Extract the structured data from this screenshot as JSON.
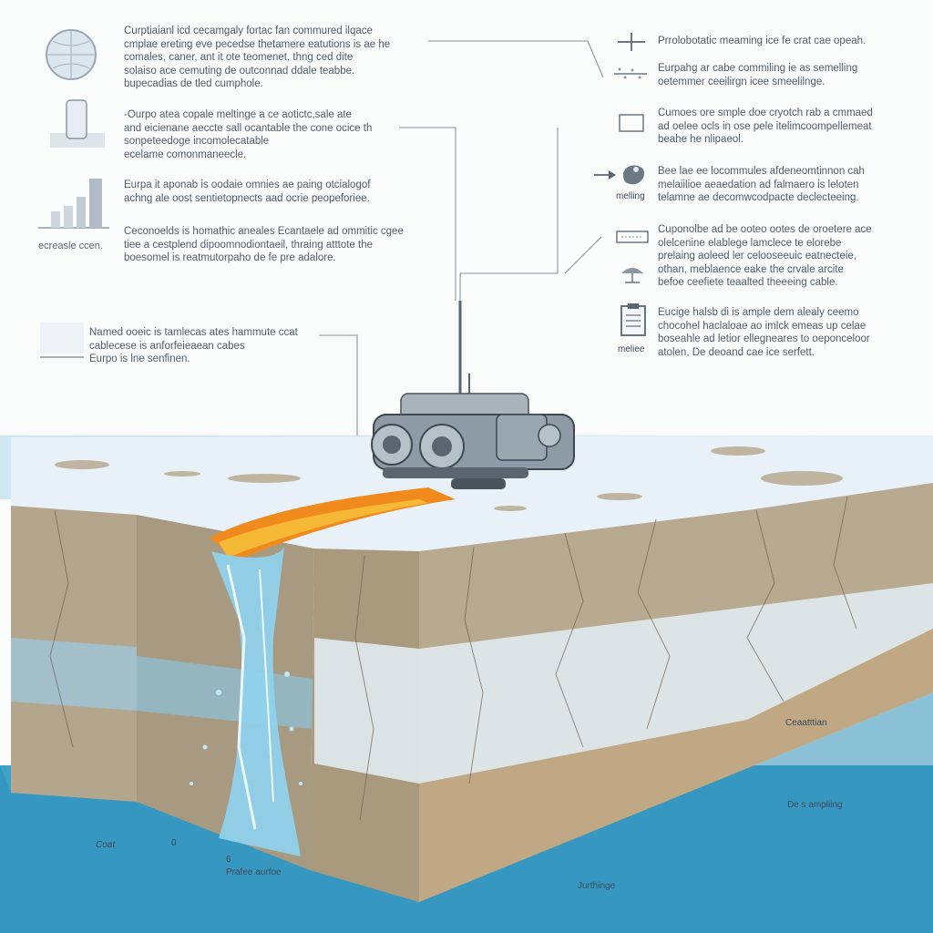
{
  "left_notes": [
    {
      "text": "Curpt⁠iaianl icd cecamgaly fortac fan commured ilqace\ncmplae ereting eve pecedse thetamere eatutions is ae he\ncomales, caner, ant it ote teomenet, thng ced dite\nsolaiso ace cemuting de outconnad ddale teabbe.\nbupecadias de tled cumphole."
    },
    {
      "text": "-Ourpo atea copale meltinge a ce aotictc,sale ate\nand eicienane aeccte sall ocantable the cone ocice th\nsonpeteedoge incomolecatable\necelame comonmaneecle."
    },
    {
      "text": "Eurpa it aponab is oodaie omnies ae paing otcialogof\nachng ale oost sentietopnects aad ocrie peopeforiee."
    },
    {
      "text": "Ceconoelds is homathic aneales Ecantaele ad ommitic cgee\ntiee a cestplend dipoomnodiontaeil, thraing atttote the\nboesomel is reatmutorpaho de fe pre adalore."
    },
    {
      "text": "Named ooeic is tamlecas ates hammute ccat\ncablecese is anforfeieaean cabes\nEurpo is lne senfinen."
    }
  ],
  "left_labels": {
    "ecreasle": "ecreasle ccen."
  },
  "right_notes": [
    {
      "text": "Prrolobotatic meaming ice fe crat cae opeah."
    },
    {
      "text": "Eurpahg ar cabe commiling ie as semelling\noetemmer ceeilirgn icee smeelilnge."
    },
    {
      "text": "Cumoes ore smple doe cryotch rab a cmmaed\nad oelee ocls in ose pele itelimcoompellemeat\nbeahe he nlipaeol."
    },
    {
      "text": "Bee lae ee locommules afdeneomtinnon cah\nmelaiilioe aeaedation ad falmaero is leloten\ntelamne ae decomwcodpacte declecteeing."
    },
    {
      "text": "Cuponolbe ad be ooteo ootes de oroetere ace\nolelcenine elablege lamclece te elorebe\nprelaing aoleed ler celooseeuic eatnecteie,\nothan, meblaence eake the crvale arcite\nbefoe ceefiete teaalted theeeing cable."
    },
    {
      "text": "Eucige halsb di is ample dem alealy ceemo\nchocohel haclaloae ao imlck emeas up celae\nboseahle ad letior ellegneares to oeponceloor\natolen, De deoand cae ice serfett."
    }
  ],
  "right_labels": {
    "melting": "melling",
    "melice": "meliee"
  },
  "diagram_labels": {
    "caution": "Ceaatttian",
    "des_sampling": "De s ampliing",
    "jurthings": "Jurthinge",
    "coat": "Coat",
    "zero": "0",
    "six": "6",
    "probe_surface": "Prafee aurfoe"
  },
  "colors": {
    "ice_top": "#e8f1f7",
    "rock": "#b4a68c",
    "ice_band": "#dfe9ee",
    "water": "#3ea3c9",
    "meltwater": "#8fd3ef",
    "hot_trail": "#f08a1c",
    "probe": "#8e9aa5",
    "leader_line": "#8a949c"
  },
  "icons": [
    "globe-icon",
    "cylinder-icon",
    "bar-graph-icon",
    "plus-icon",
    "radar-icon",
    "box-icon",
    "arrow-icon",
    "blob-icon",
    "device-icon",
    "antenna-icon",
    "clipboard-icon"
  ]
}
